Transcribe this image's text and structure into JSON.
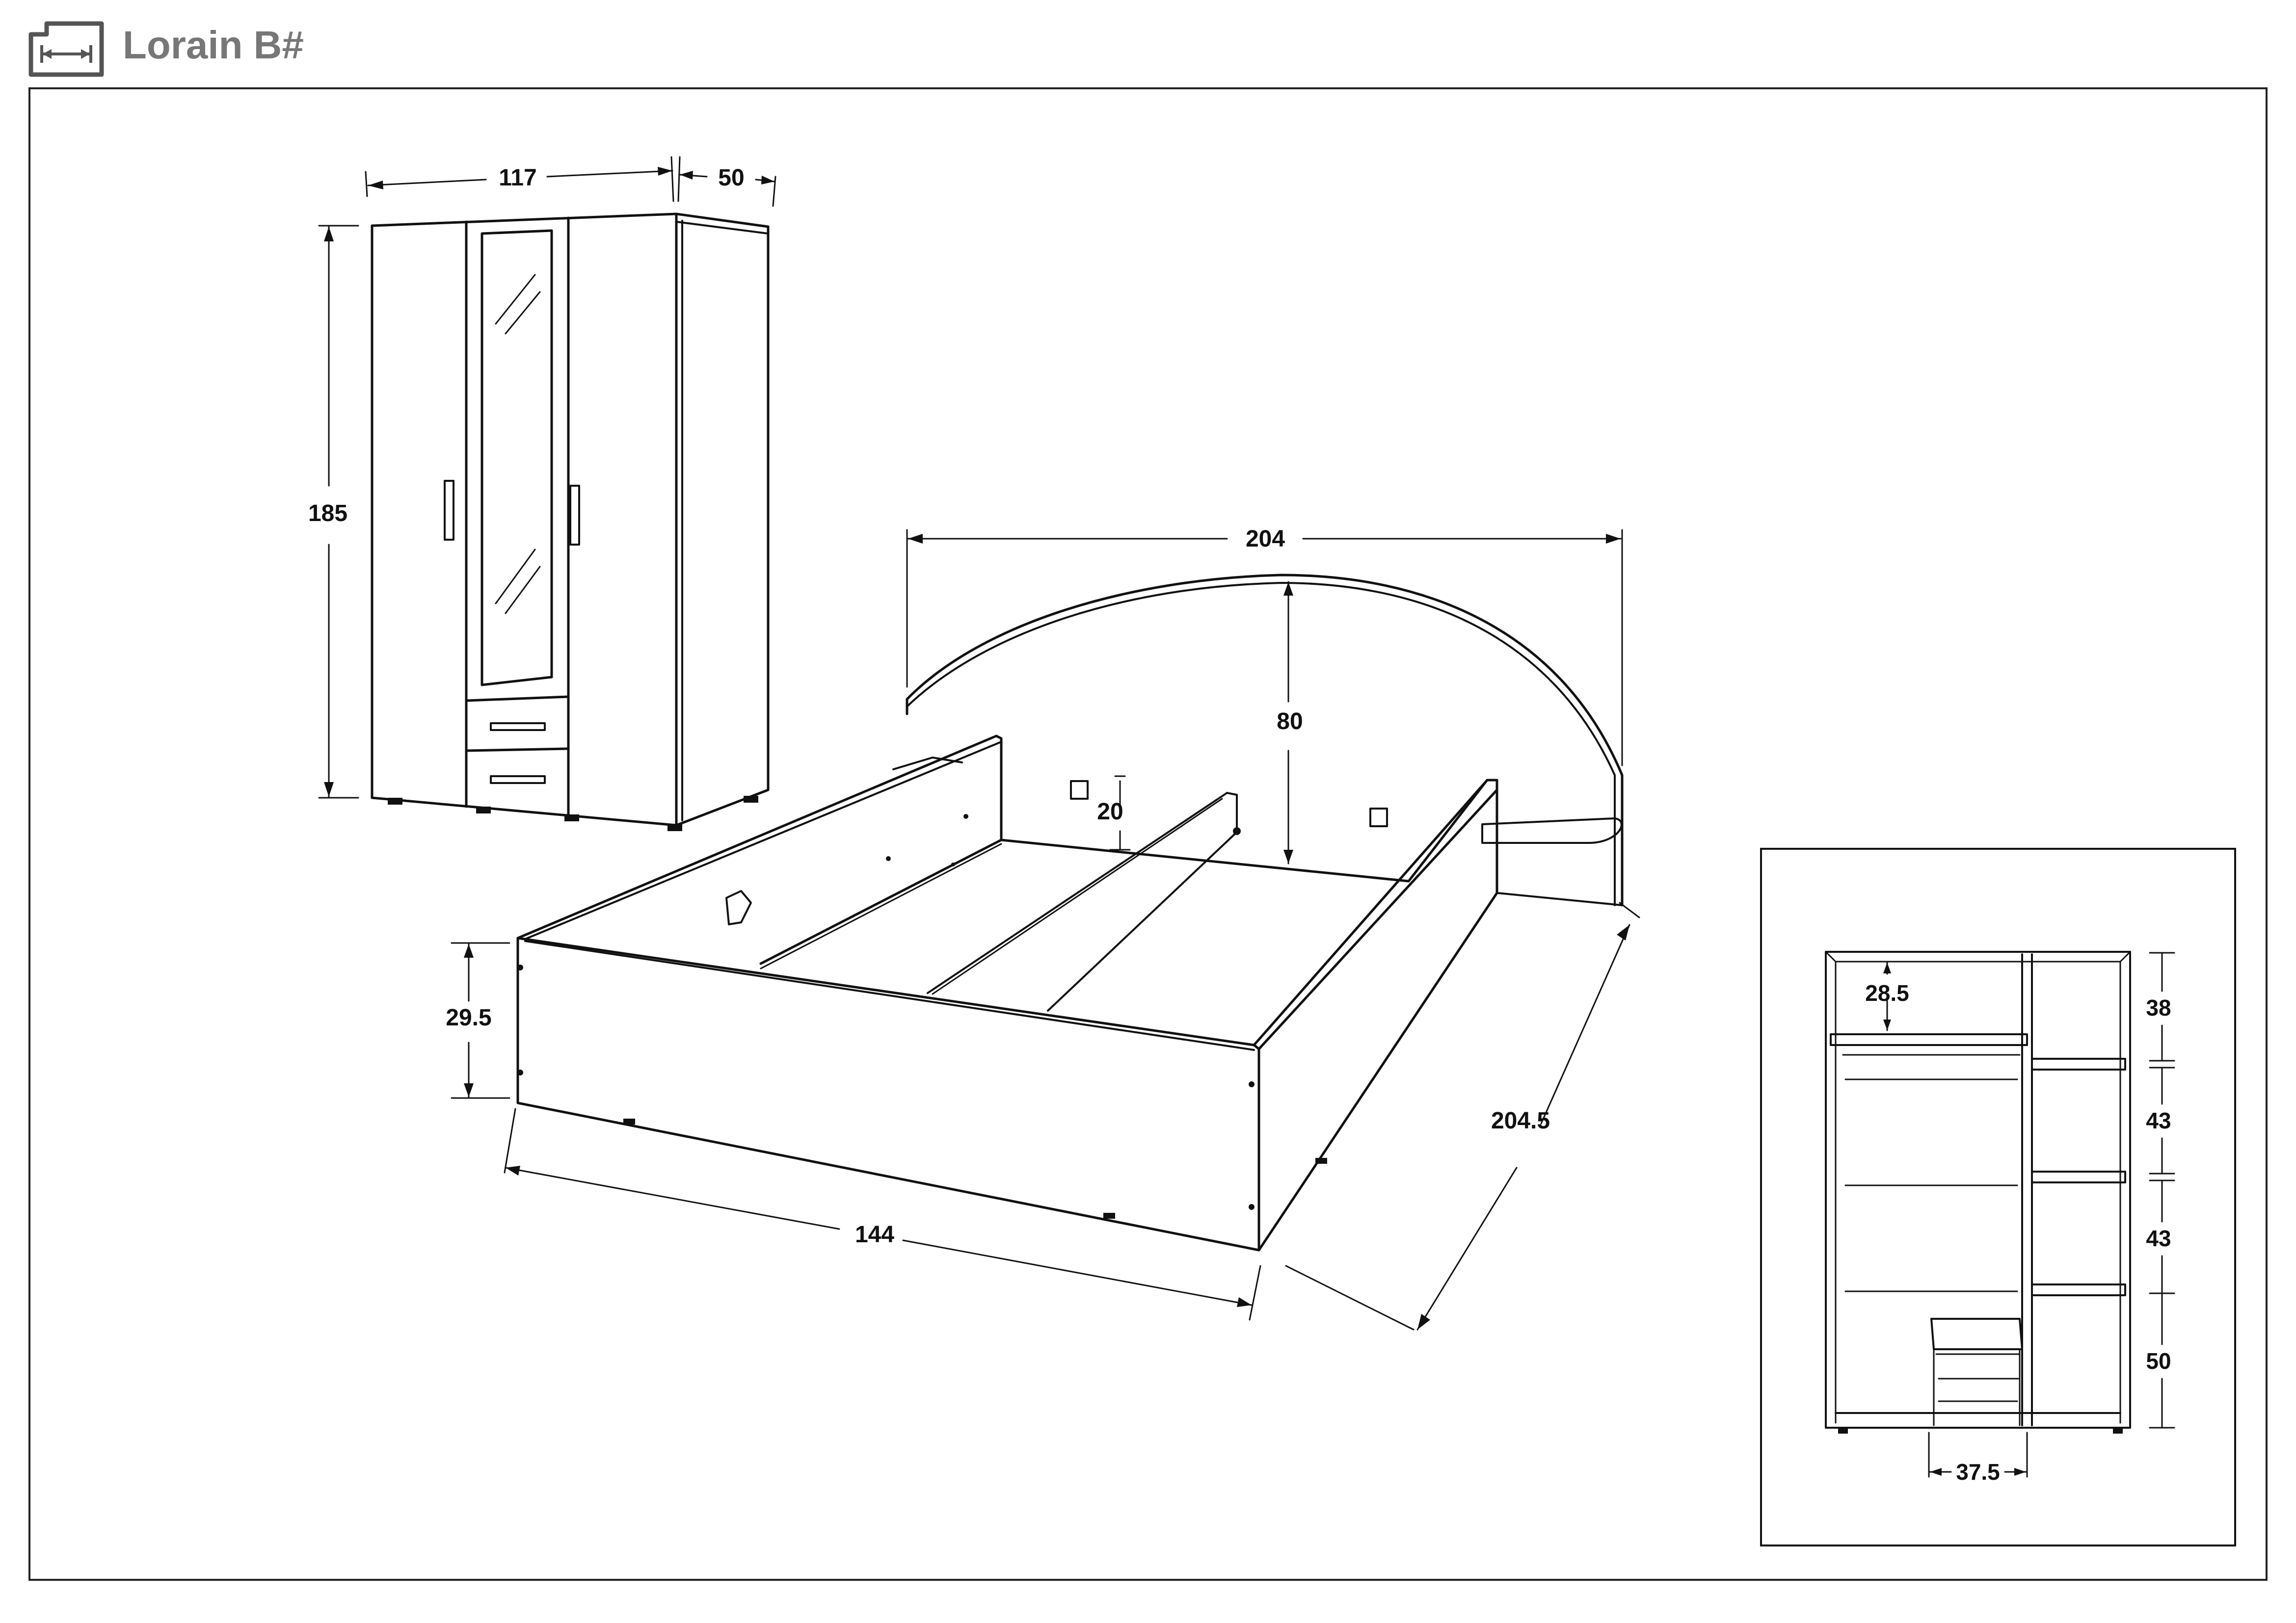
{
  "header": {
    "title": "Lorain B#",
    "icon": "dimensions-icon"
  },
  "wardrobe": {
    "width": "117",
    "depth": "50",
    "height": "185"
  },
  "bed": {
    "headboard_width": "204",
    "headboard_height": "80",
    "gap": "20",
    "frame_height": "29.5",
    "width": "144",
    "length": "204.5"
  },
  "interior": {
    "top_compartment": "28.5",
    "shelf_1": "38",
    "shelf_2": "43",
    "shelf_3": "43",
    "shelf_4": "50",
    "drawer_width": "37.5"
  }
}
